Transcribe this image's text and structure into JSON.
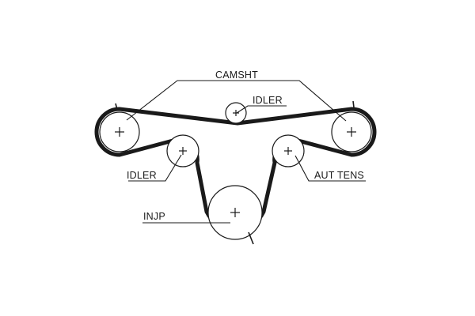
{
  "diagram": {
    "labels": {
      "camshaft": "CAMSHT",
      "idler_top": "IDLER",
      "idler_left": "IDLER",
      "auto_tensioner": "AUT TENS",
      "injection_pump": "INJP"
    },
    "colors": {
      "line": "#1a1a1a",
      "background": "#ffffff"
    }
  }
}
